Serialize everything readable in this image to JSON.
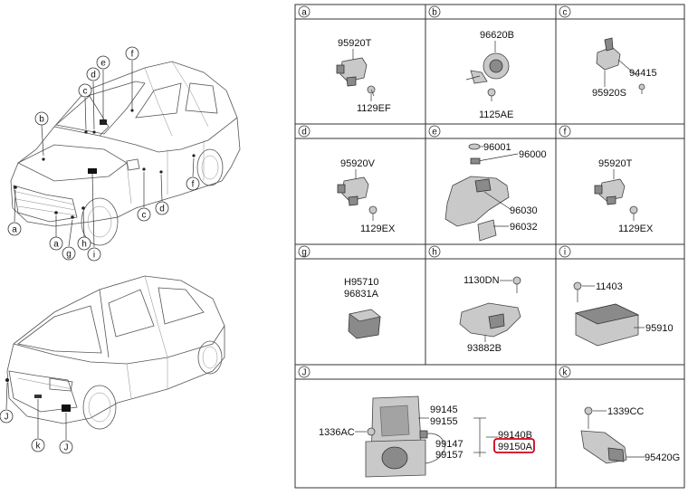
{
  "callouts_top": [
    "a",
    "b",
    "c",
    "d",
    "e",
    "f",
    "a",
    "g",
    "h",
    "i",
    "c",
    "d",
    "f"
  ],
  "callouts_bottom": [
    "J",
    "k",
    "J"
  ],
  "panels": [
    {
      "id": "a",
      "parts": [
        "95920T",
        "1129EF"
      ]
    },
    {
      "id": "b",
      "parts": [
        "96620B",
        "1125AE"
      ]
    },
    {
      "id": "c",
      "parts": [
        "94415",
        "95920S"
      ]
    },
    {
      "id": "d",
      "parts": [
        "95920V",
        "1129EX"
      ]
    },
    {
      "id": "e",
      "parts": [
        "96001",
        "96000",
        "96030",
        "96032"
      ]
    },
    {
      "id": "f",
      "parts": [
        "95920T",
        "1129EX"
      ]
    },
    {
      "id": "g",
      "parts": [
        "H95710",
        "96831A"
      ]
    },
    {
      "id": "h",
      "parts": [
        "1130DN",
        "93882B"
      ]
    },
    {
      "id": "i",
      "parts": [
        "11403",
        "95910"
      ]
    },
    {
      "id": "J",
      "parts": [
        "99145",
        "99155",
        "1336AC",
        "99147",
        "99157",
        "99140B",
        "99150A"
      ]
    },
    {
      "id": "k",
      "parts": [
        "1339CC",
        "95420G"
      ]
    }
  ],
  "highlight": {
    "part": "99150A",
    "color": "#d0021b"
  }
}
